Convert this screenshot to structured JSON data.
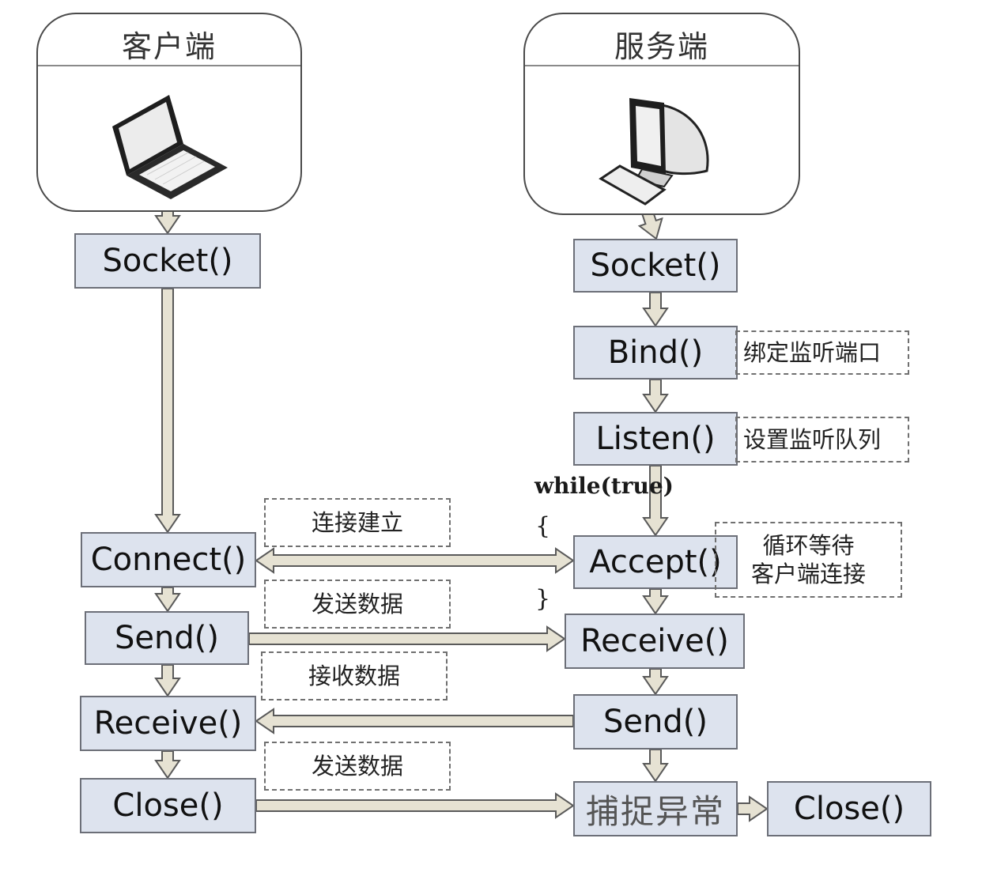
{
  "client": {
    "title": "客户端",
    "icon": "laptop-icon"
  },
  "server": {
    "title": "服务端",
    "icon": "desktop-computer-icon"
  },
  "client_steps": {
    "socket": "Socket()",
    "connect": "Connect()",
    "send": "Send()",
    "receive": "Receive()",
    "close": "Close()"
  },
  "server_steps": {
    "socket": "Socket()",
    "bind": "Bind()",
    "listen": "Listen()",
    "accept": "Accept()",
    "receive": "Receive()",
    "send": "Send()",
    "catch": "捕捉异常",
    "close": "Close()"
  },
  "notes": {
    "bind": "绑定监听端口",
    "listen": "设置监听队列",
    "accept_line1": "循环等待",
    "accept_line2": "客户端连接",
    "connect": "连接建立",
    "send": "发送数据",
    "receive": "接收数据",
    "send2": "发送数据"
  },
  "loop": {
    "keyword": "while(true)",
    "open": "{",
    "close": "}"
  },
  "colors": {
    "box_fill": "#dde3ee",
    "box_border": "#6c6f78",
    "arrow_fill": "#e6e2d3",
    "arrow_stroke": "#5a5a5a"
  }
}
